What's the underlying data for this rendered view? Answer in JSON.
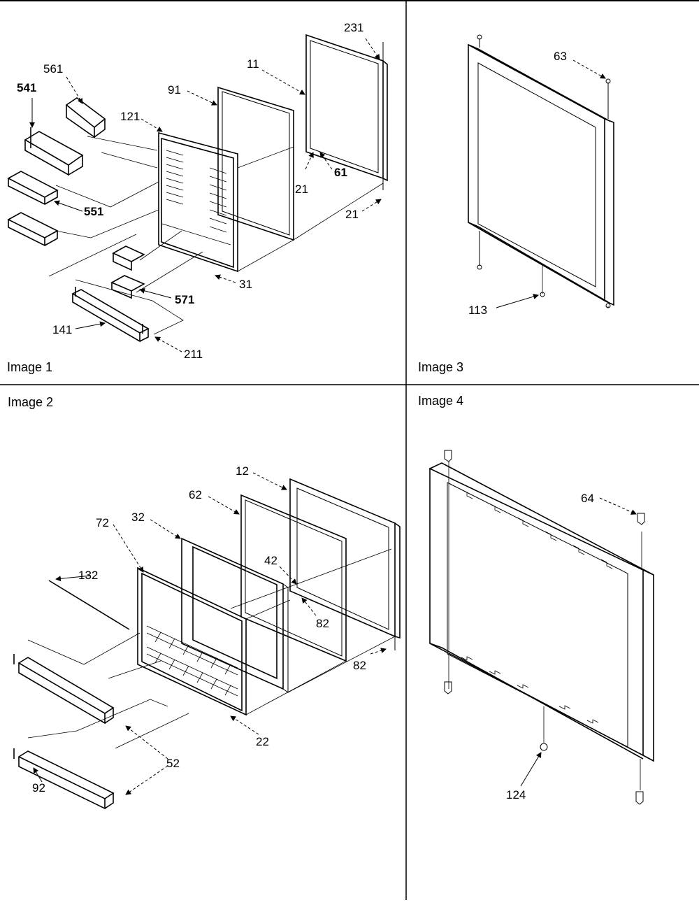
{
  "panels": {
    "image1": {
      "caption": "Image 1",
      "labels": [
        "231",
        "11",
        "561",
        "541",
        "91",
        "121",
        "61",
        "21",
        "21",
        "551",
        "31",
        "571",
        "141",
        "211"
      ]
    },
    "image3": {
      "caption": "Image 3",
      "labels": [
        "63",
        "113"
      ]
    },
    "image2": {
      "caption": "Image 2",
      "labels": [
        "12",
        "62",
        "32",
        "72",
        "42",
        "132",
        "82",
        "82",
        "22",
        "52",
        "92"
      ]
    },
    "image4": {
      "caption": "Image 4",
      "labels": [
        "64",
        "124"
      ]
    }
  }
}
